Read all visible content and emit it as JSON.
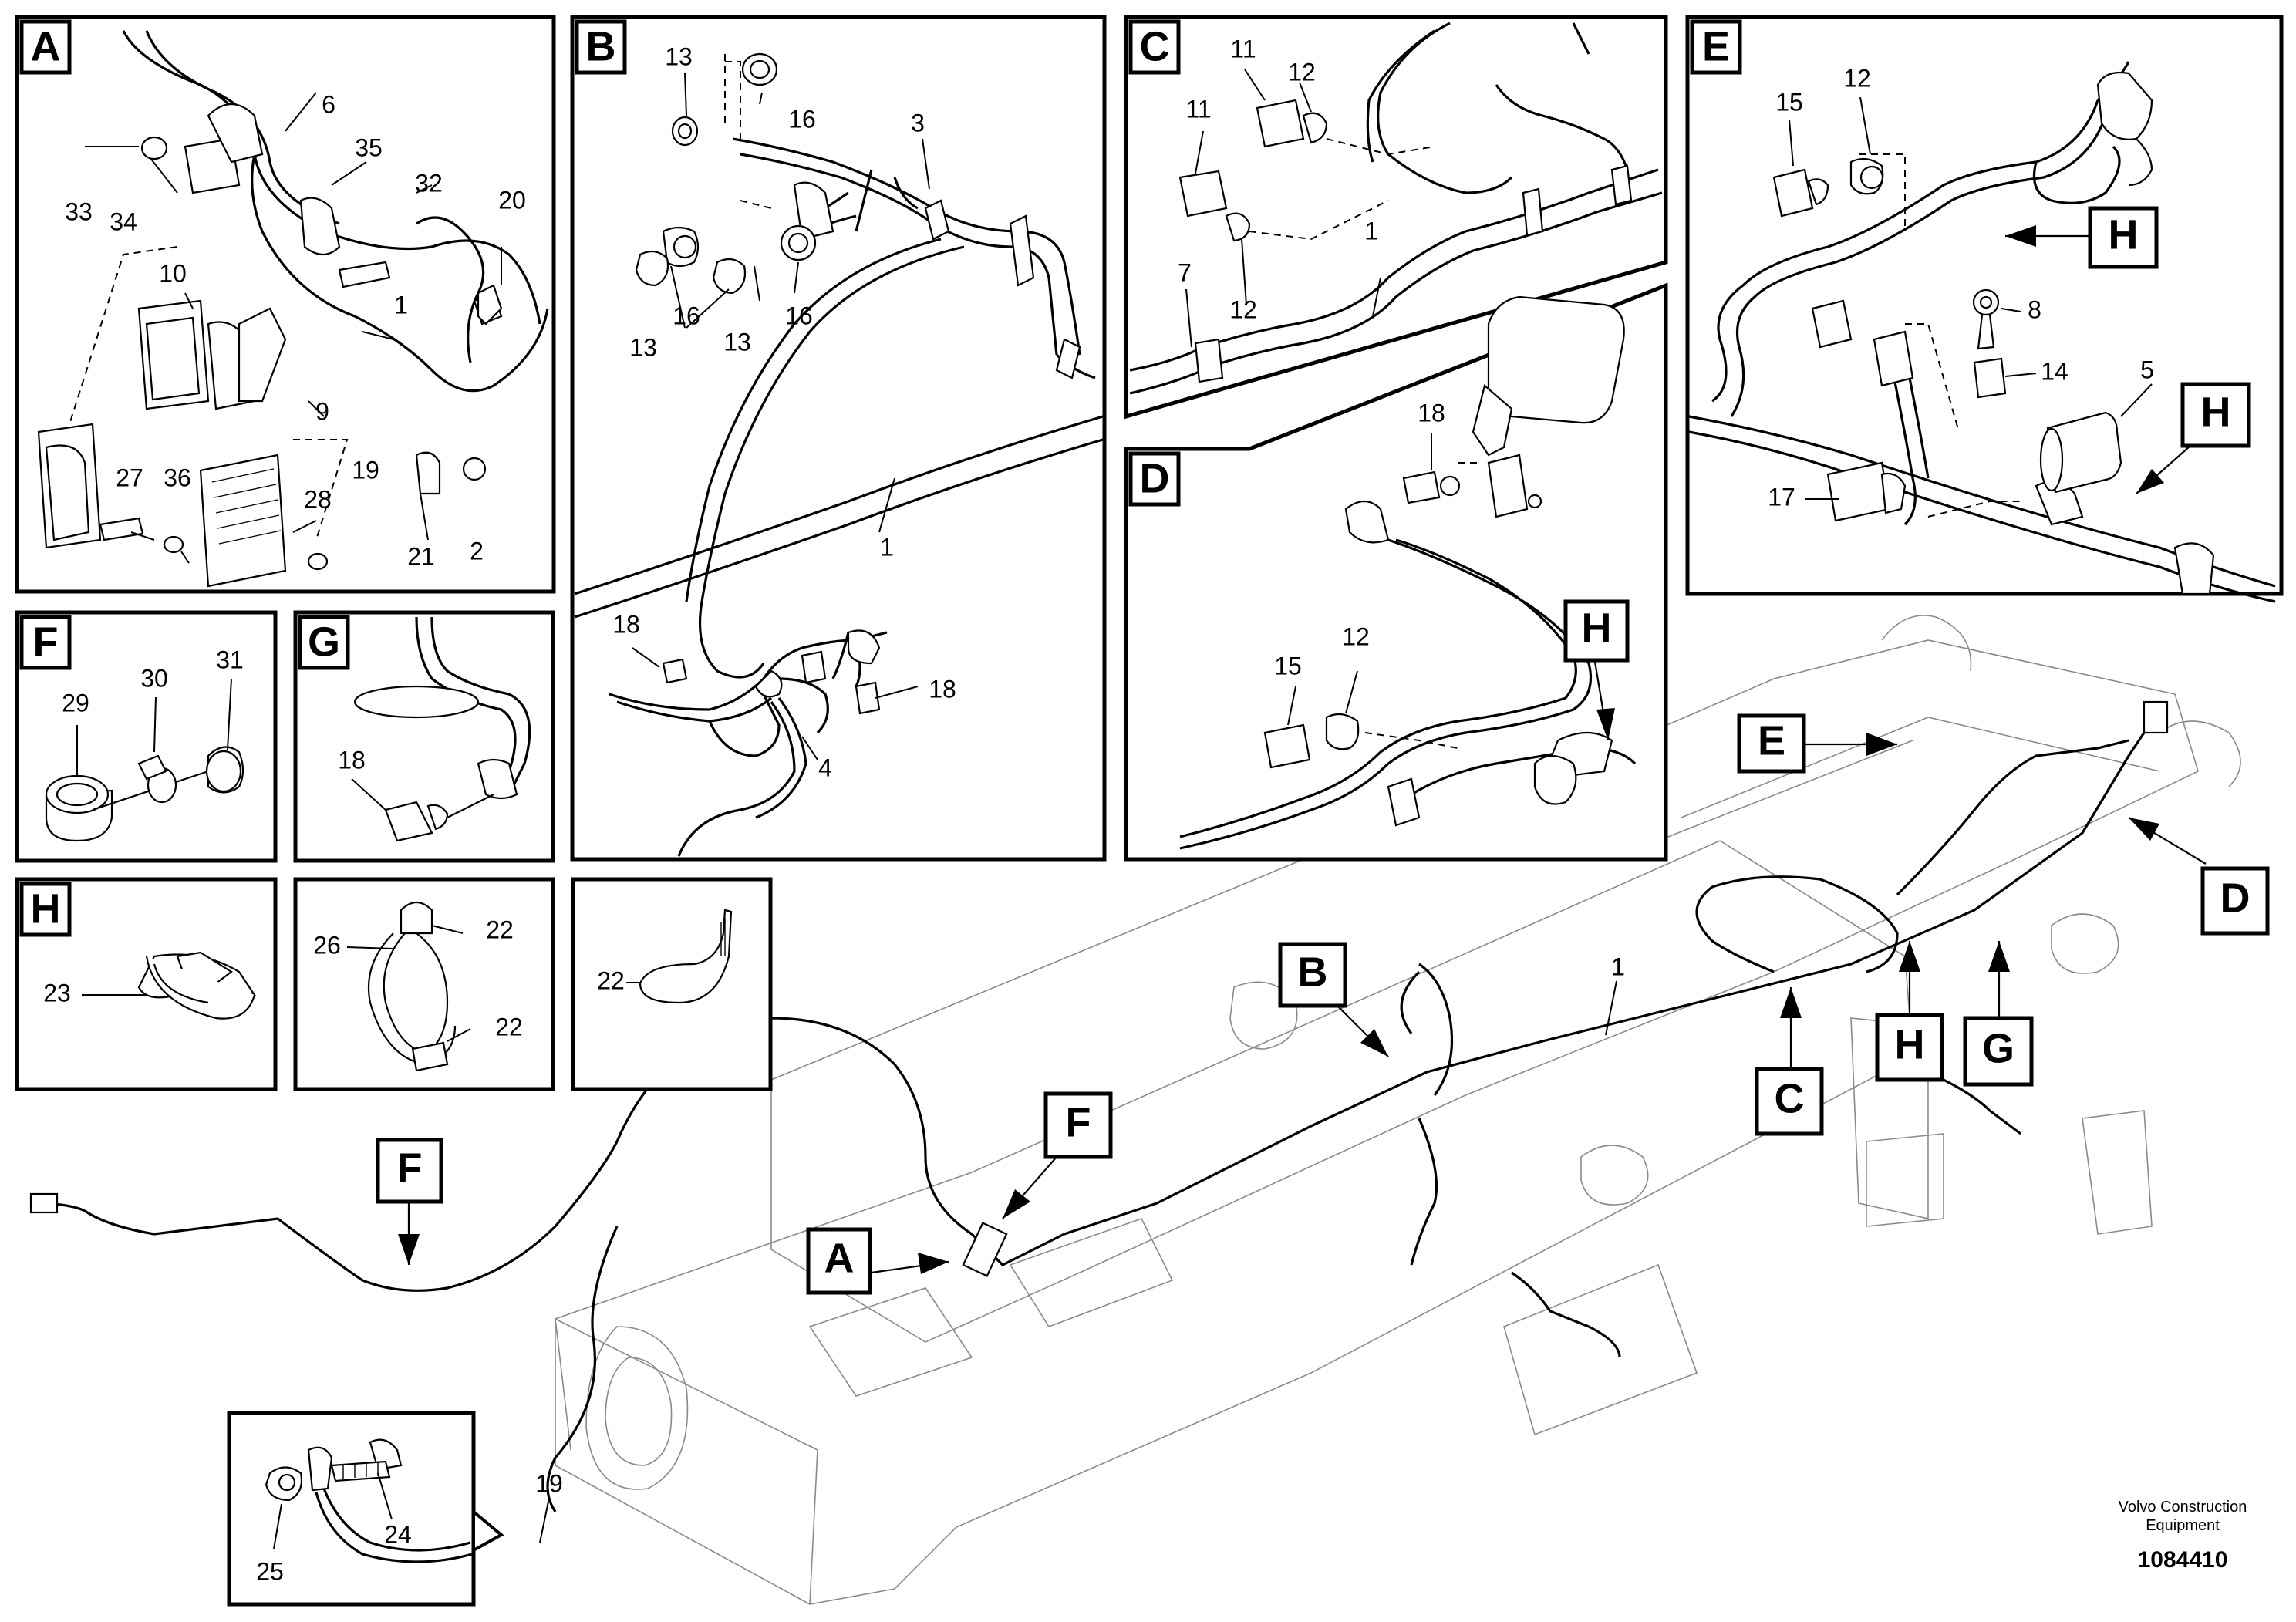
{
  "panels": [
    {
      "letter": "A",
      "labels": [
        "33",
        "34",
        "6",
        "35",
        "32",
        "20",
        "10",
        "1",
        "9",
        "19",
        "27",
        "36",
        "28",
        "21",
        "2"
      ]
    },
    {
      "letter": "B",
      "labels": [
        "13",
        "16",
        "3",
        "13",
        "16",
        "13",
        "16",
        "1",
        "18",
        "18",
        "4"
      ]
    },
    {
      "letter": "C",
      "labels": [
        "11",
        "12",
        "11",
        "12",
        "1",
        "7"
      ]
    },
    {
      "letter": "D",
      "labels": [
        "18",
        "15",
        "12"
      ]
    },
    {
      "letter": "E",
      "labels": [
        "15",
        "12",
        "8",
        "14",
        "5",
        "17"
      ]
    },
    {
      "letter": "F",
      "labels": [
        "29",
        "30",
        "31"
      ]
    },
    {
      "letter": "G",
      "labels": [
        "18"
      ]
    },
    {
      "letter": "H",
      "labels": [
        "23"
      ]
    },
    {
      "letter": "",
      "labels": [
        "26",
        "22",
        "22"
      ]
    },
    {
      "letter": "",
      "labels": [
        "22"
      ]
    },
    {
      "letter": "",
      "labels": [
        "25",
        "24"
      ]
    }
  ],
  "callouts": [
    "H",
    "H",
    "H",
    "E",
    "D",
    "B",
    "F",
    "A",
    "F",
    "C",
    "H",
    "G"
  ],
  "main_labels": [
    "1",
    "19"
  ],
  "credit": {
    "line1": "Volvo Construction",
    "line2": "Equipment",
    "code": "1084410"
  }
}
